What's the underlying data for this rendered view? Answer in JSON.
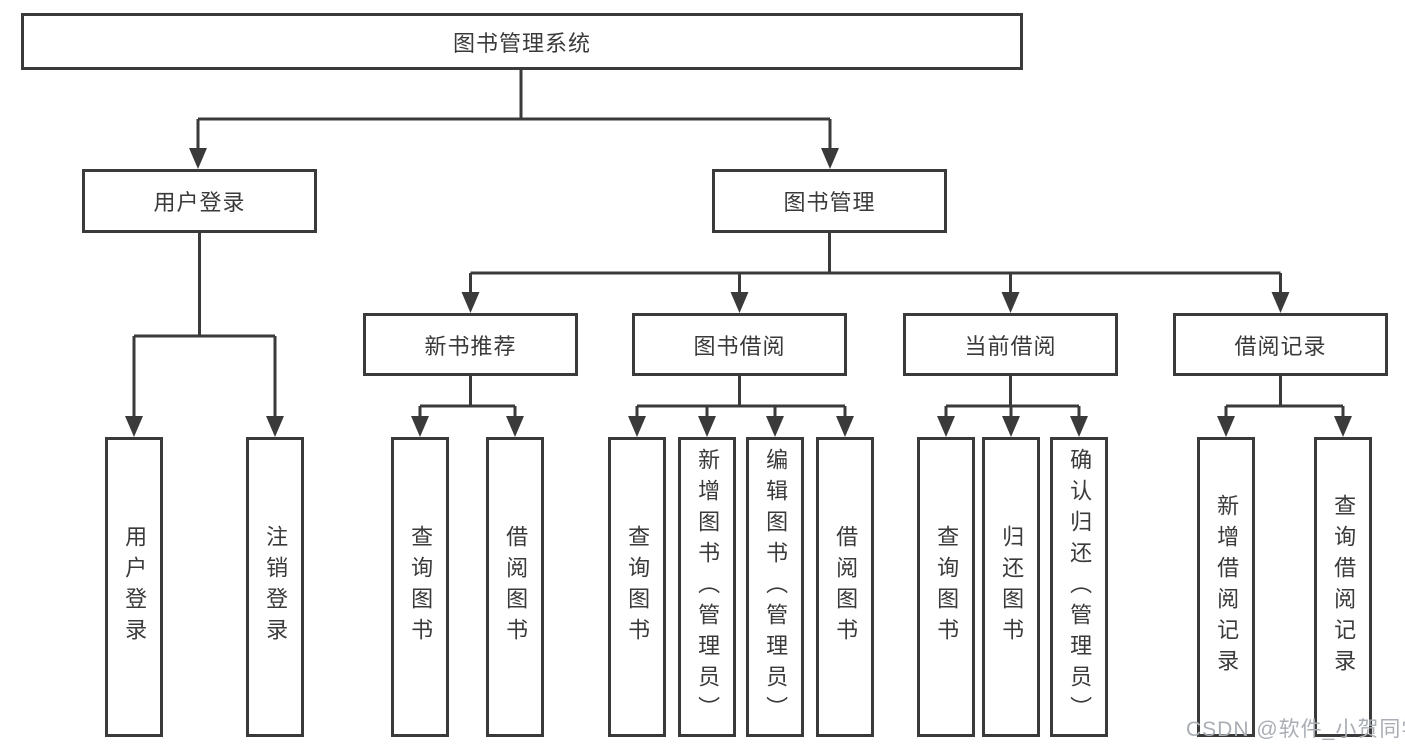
{
  "diagram": {
    "background_color": "#ffffff",
    "line_color": "#3a3a3a",
    "text_color": "#3a3a3a",
    "nodes": {
      "root": {
        "label": "图书管理系统"
      },
      "user_login": {
        "label": "用户登录"
      },
      "book_management": {
        "label": "图书管理"
      },
      "new_book_recommend": {
        "label": "新书推荐"
      },
      "book_borrowing": {
        "label": "图书借阅"
      },
      "current_borrowing": {
        "label": "当前借阅"
      },
      "borrowing_records": {
        "label": "借阅记录"
      },
      "user_login_action": {
        "label": "用户登录"
      },
      "logout_action": {
        "label": "注销登录"
      },
      "recommend_query_books": {
        "label": "查询图书"
      },
      "recommend_borrow_books": {
        "label": "借阅图书"
      },
      "borrow_query_books": {
        "label": "查询图书"
      },
      "borrow_add_books": {
        "label": "新增图书（管理员）"
      },
      "borrow_edit_books": {
        "label": "编辑图书（管理员）"
      },
      "borrow_borrow_books": {
        "label": "借阅图书"
      },
      "current_query_books": {
        "label": "查询图书"
      },
      "current_return_books": {
        "label": "归还图书"
      },
      "current_confirm_return": {
        "label": "确认归还（管理员）"
      },
      "records_add_record": {
        "label": "新增借阅记录"
      },
      "records_query_record": {
        "label": "查询借阅记录"
      }
    },
    "watermark": {
      "text": "CSDN @软件_小贺同学",
      "color": "#a9aeb5"
    }
  }
}
